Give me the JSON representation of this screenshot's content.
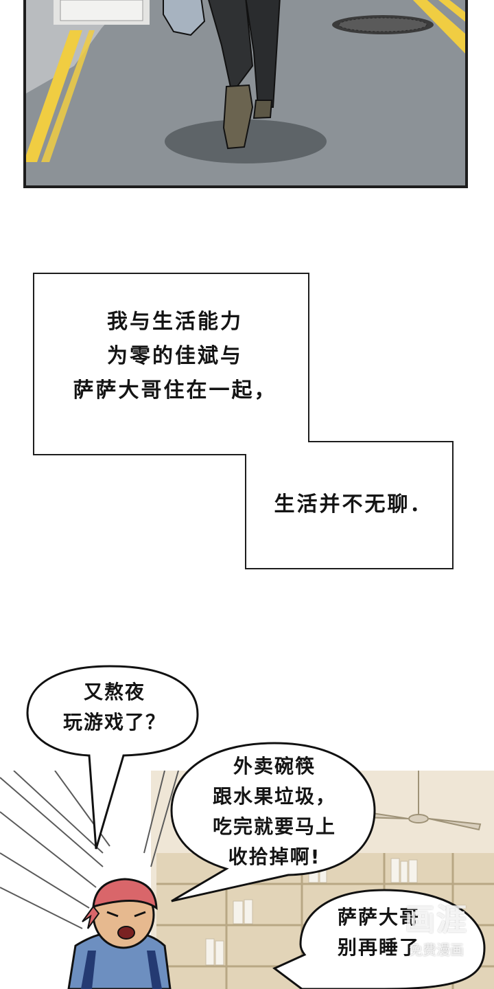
{
  "narration": {
    "box1_lines": "我与生活能力\n为零的佳斌与\n萨萨大哥住在一起，",
    "box2_text": "生活并不无聊．"
  },
  "bubbles": {
    "b1": "又熬夜\n玩游戏了？",
    "b2": "外卖碗筷\n跟水果垃圾，\n吃完就要马上\n收拾掉啊!",
    "b3": "萨萨大哥\n别再睡了"
  },
  "watermark": {
    "big": "画涯",
    "small": "免费漫画"
  },
  "colors": {
    "asphalt": "#8c9297",
    "lane": "#f0cd42",
    "bandana": "#d9666a",
    "shirt": "#6d8fc0",
    "overall": "#243a72",
    "skin": "#e6b98f",
    "room": "#efe6d6"
  }
}
